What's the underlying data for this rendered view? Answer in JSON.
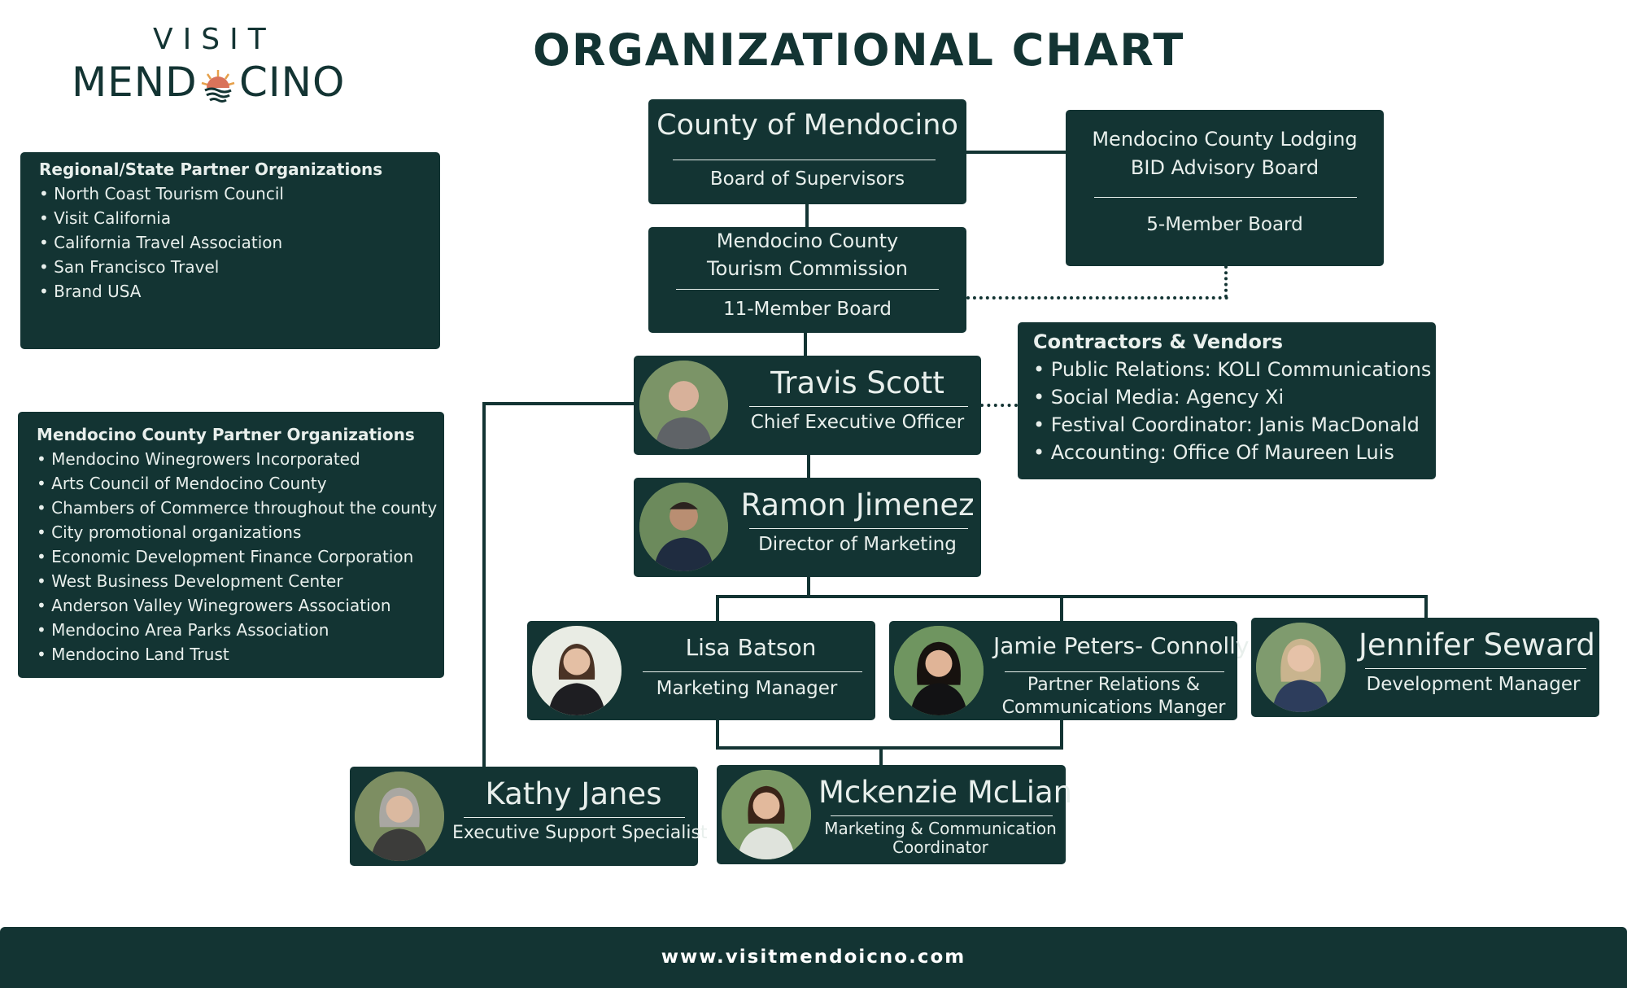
{
  "logo": {
    "top_word": "VISIT",
    "bottom_left": "MEND",
    "bottom_right": "CINO"
  },
  "title": "ORGANIZATIONAL CHART",
  "regional": {
    "title": "Regional/State Partner Organizations",
    "items": [
      "• North Coast Tourism Council",
      "• Visit California",
      "• California Travel Association",
      "• San Francisco Travel",
      "• Brand USA"
    ]
  },
  "county_partners": {
    "title": "Mendocino County Partner Organizations",
    "items": [
      "• Mendocino Winegrowers Incorporated",
      "• Arts Council of Mendocino County",
      "• Chambers of Commerce throughout the county",
      "• City promotional organizations",
      "• Economic Development Finance Corporation",
      "• West Business Development Center",
      "• Anderson Valley Winegrowers Association",
      "• Mendocino Area Parks Association",
      "• Mendocino Land Trust"
    ]
  },
  "county": {
    "name": "County of  Mendocino",
    "sub": "Board of Supervisors"
  },
  "lodging": {
    "line1": "Mendocino County Lodging",
    "line2": "BID Advisory Board",
    "sub": "5-Member Board"
  },
  "commission": {
    "line1": "Mendocino County",
    "line2": "Tourism Commission",
    "sub": "11-Member Board"
  },
  "contractors": {
    "title": "Contractors & Vendors",
    "items": [
      "• Public Relations: KOLI Communications",
      "• Social Media: Agency Xi",
      "• Festival Coordinator: Janis MacDonald",
      "• Accounting: Office Of Maureen Luis"
    ]
  },
  "people": {
    "ceo": {
      "name": "Travis Scott",
      "role": "Chief Executive Officer"
    },
    "marketing_director": {
      "name": "Ramon Jimenez",
      "role": "Director of Marketing"
    },
    "marketing_manager": {
      "name": "Lisa Batson",
      "role": "Marketing Manager"
    },
    "partner_relations": {
      "name": "Jamie Peters- Connolly",
      "role1": "Partner Relations &",
      "role2": "Communications Manger"
    },
    "development": {
      "name": "Jennifer Seward",
      "role": "Development Manager"
    },
    "exec_support": {
      "name": "Kathy Janes",
      "role": "Executive Support Specialist"
    },
    "coordinator": {
      "name": "Mckenzie McLian",
      "role1": "Marketing & Communication",
      "role2": "Coordinator"
    }
  },
  "footer": {
    "url": "www.visitmendoicno.com"
  },
  "colors": {
    "brand": "#133433",
    "text": "#e8efec",
    "sun": "#e6a04a"
  }
}
